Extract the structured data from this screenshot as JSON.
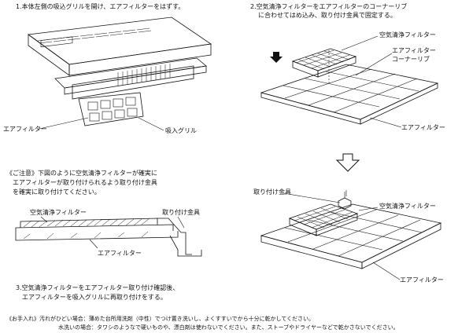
{
  "steps": {
    "step1": "1.本体左側の吸込グリルを開け、エアフィルターをはずす。",
    "step2_line1": "2.空気清浄フィルターをエアフィルターのコーナーリブ",
    "step2_line2": "に合わせてはめ込み、取り付け金具で固定する。",
    "step3_line1": "3.空気清浄フィルターをエアフィルター取り付け確認後、",
    "step3_line2": "エアフィルターを吸入グリルに再取り付けをする。"
  },
  "caution": {
    "line1": "《ご注意》下図のように空気清浄フィルターが確実に",
    "line2": "エアフィルターが取り付けられるよう取り付け金具",
    "line3": "を確実に取り付けてください。"
  },
  "labels": {
    "fig1_air_filter": "エアフィルター",
    "fig1_intake_grille": "吸入グリル",
    "fig2_purifier_filter": "空気清浄フィルター",
    "fig2_air_filter_rib_1": "エアフィルター",
    "fig2_air_filter_rib_2": "コーナーリブ",
    "fig2_air_filter": "エアフィルター",
    "fig3_purifier_filter": "空気清浄フィルター",
    "fig3_bracket": "取り付け金具",
    "fig3_air_filter": "エアフィルター",
    "fig4_bracket": "取り付け金具",
    "fig4_purifier_filter": "空気清浄フィルター",
    "fig4_air_filter": "エアフィルター"
  },
  "maintenance": {
    "line1": "《お手入れ》汚れがひどい場合：薄めた台所用洗剤（中性）でつけ置き洗いし、よくすすいでから十分に乾かしてください。",
    "line2": "水洗いの場合：タワシのようなで硬いものや、漂白剤は使わないでください。また、ストーブやドライヤーなどで乾かさないでください。"
  }
}
